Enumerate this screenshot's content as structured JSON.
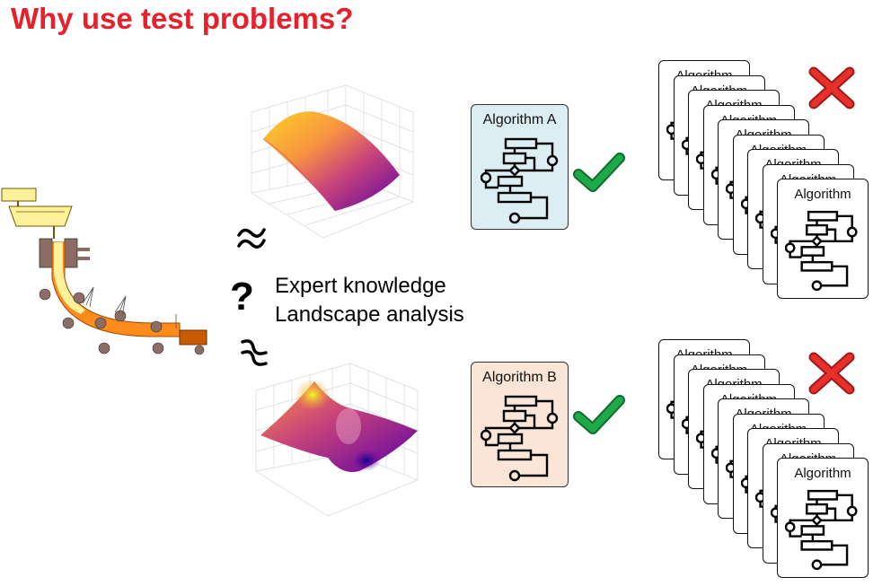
{
  "title": "Why use test problems?",
  "question": {
    "mark": "?",
    "line1": "Expert knowledge",
    "line2": "Landscape analysis"
  },
  "algorithm_a": {
    "label": "Algorithm A",
    "color": "#dcedf3"
  },
  "algorithm_b": {
    "label": "Algorithm B",
    "color": "#fbe5d6"
  },
  "stack_card_label": "Algorithm",
  "colors": {
    "title": "#e8202a",
    "check": "#1faa4a",
    "cross": "#e8302a"
  }
}
